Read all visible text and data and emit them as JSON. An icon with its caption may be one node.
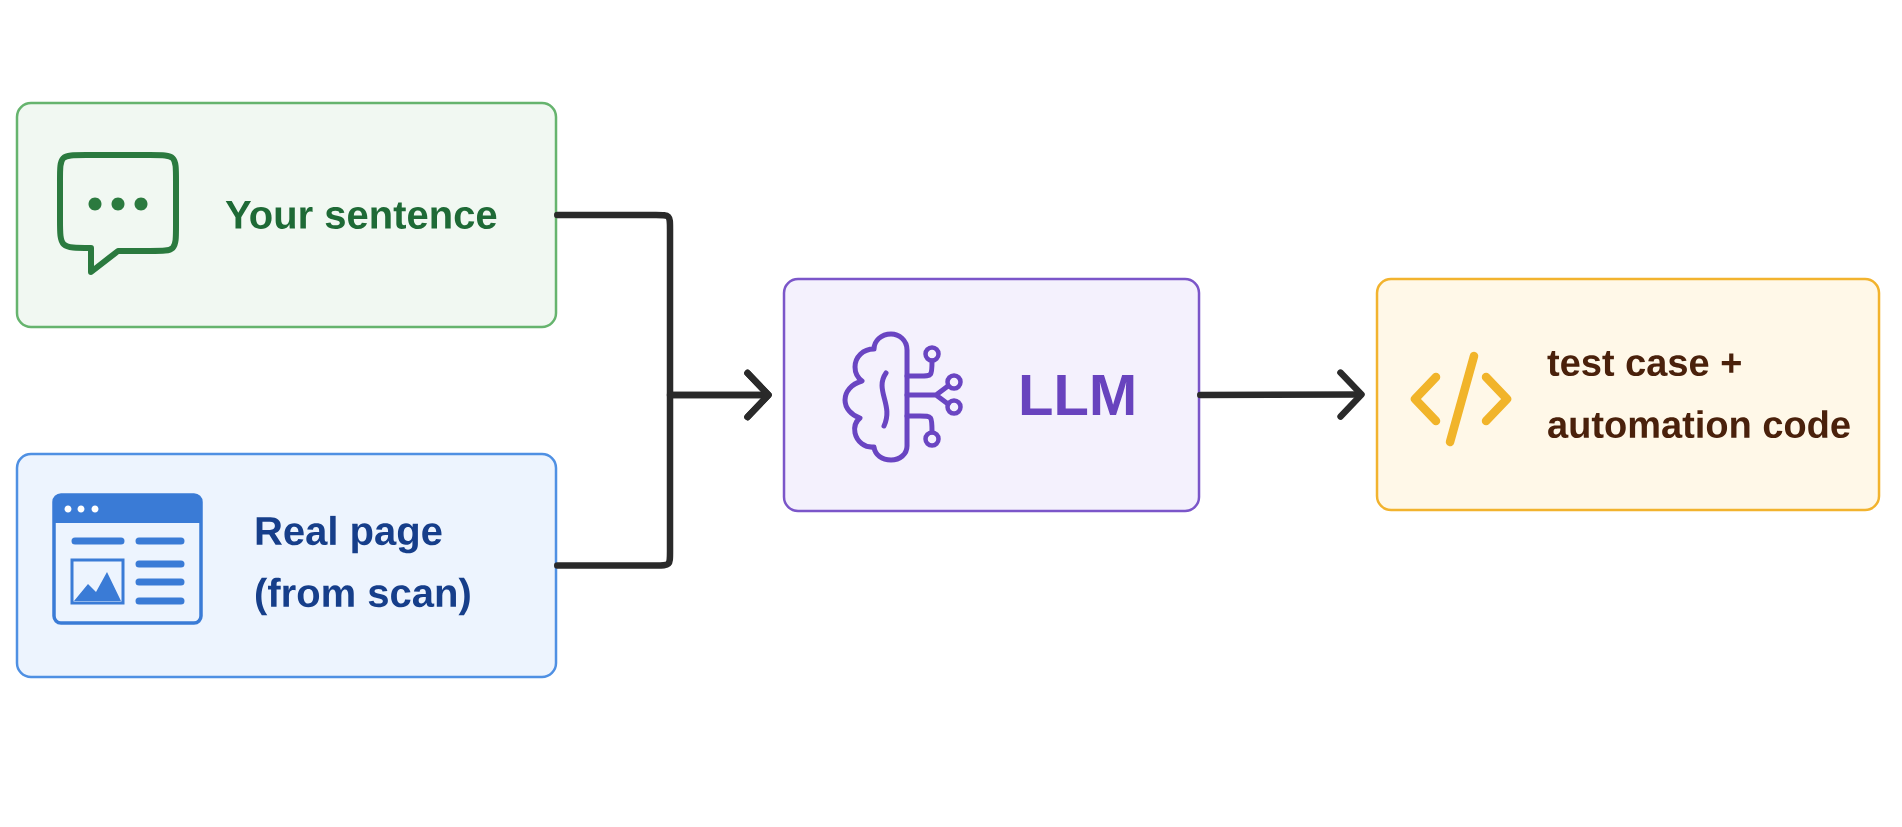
{
  "diagram": {
    "nodes": [
      {
        "text": [
          "Your sentence"
        ]
      },
      {
        "text": [
          "Real page (from scan)"
        ]
      },
      {
        "text": [
          "LLM"
        ]
      },
      {
        "text": [
          "test case + automation code"
        ]
      }
    ],
    "edges": [
      {
        "from": 0,
        "to": 2,
        "arrow": "to"
      },
      {
        "from": 1,
        "to": 2,
        "arrow": "to"
      },
      {
        "from": 2,
        "to": 3,
        "arrow": "to"
      }
    ]
  }
}
